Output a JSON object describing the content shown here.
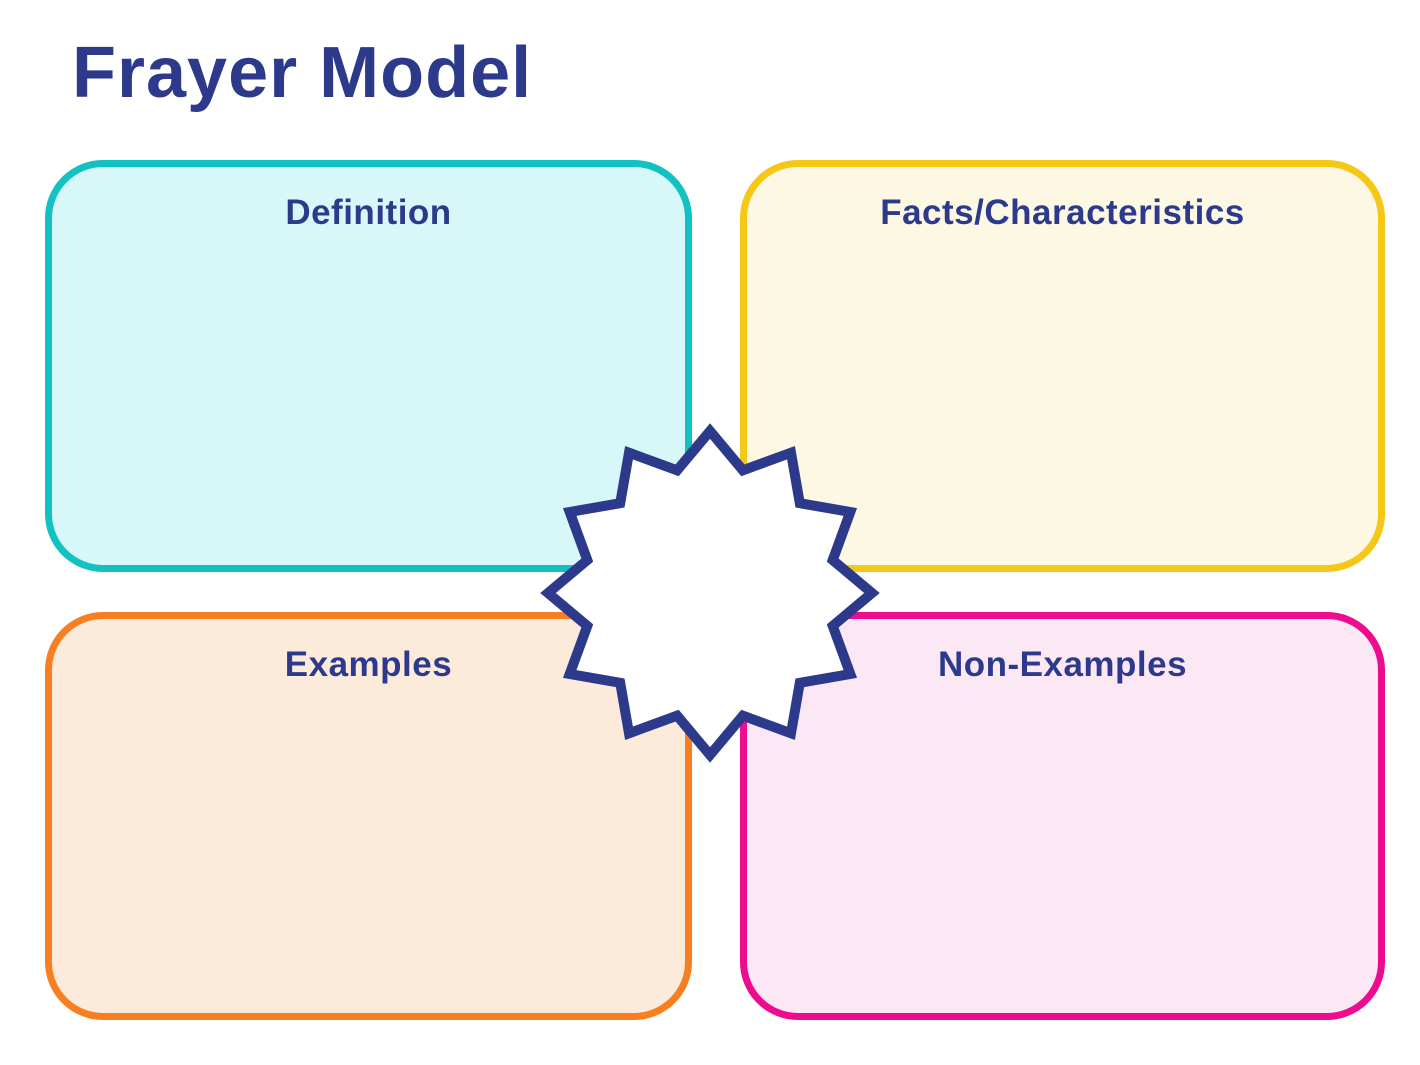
{
  "title": "Frayer Model",
  "quadrants": [
    {
      "id": "definition",
      "label": "Definition",
      "border_color": "#12c1c1",
      "fill_color": "#d7f7f8"
    },
    {
      "id": "facts",
      "label": "Facts/Characteristics",
      "border_color": "#f5c716",
      "fill_color": "#fdf8e3"
    },
    {
      "id": "examples",
      "label": "Examples",
      "border_color": "#f57f21",
      "fill_color": "#fceadb"
    },
    {
      "id": "non_examples",
      "label": "Non-Examples",
      "border_color": "#ee0c8e",
      "fill_color": "#fbe8f4"
    }
  ],
  "center_badge": {
    "shape": "12-point-star",
    "points": 12,
    "fill_color": "#ffffff",
    "stroke_color": "#2d3a8c"
  },
  "colors": {
    "heading_text": "#2d3a8c",
    "background": "#ffffff"
  }
}
